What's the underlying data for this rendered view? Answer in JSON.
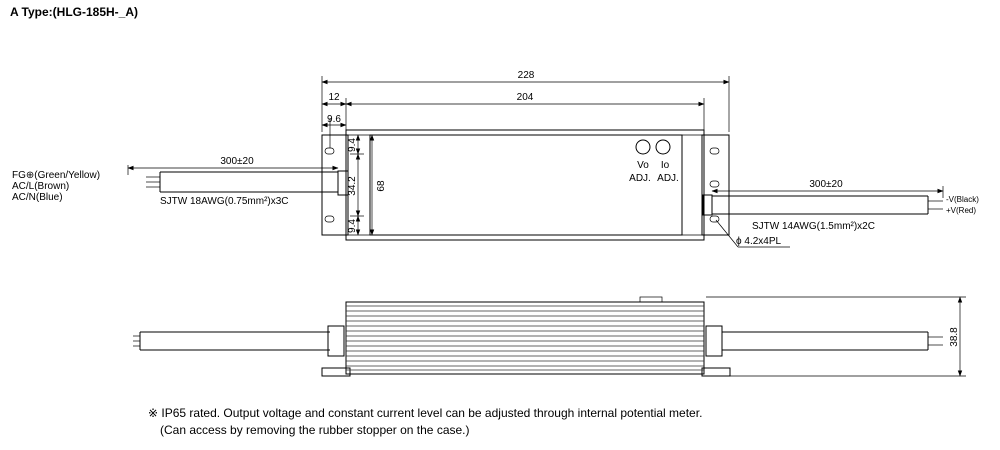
{
  "title": "A Type:(HLG-185H-_A)",
  "dimensions": {
    "overall_length": "228",
    "body_length": "204",
    "end_margin": "12",
    "hole_offset": "9.6",
    "width": "68",
    "hole_spacing": "34.2",
    "edge_top": "9.4",
    "edge_bottom": "9.4",
    "height": "38.8",
    "input_cable_length": "300±20",
    "output_cable_length": "300±20"
  },
  "input_cable": {
    "lines": [
      "FG⊕(Green/Yellow)",
      "AC/L(Brown)",
      "AC/N(Blue)"
    ],
    "spec": "SJTW 18AWG(0.75mm²)x3C"
  },
  "output_cable": {
    "lines": [
      "-V(Black)",
      "+V(Red)"
    ],
    "spec": "SJTW 14AWG(1.5mm²)x2C"
  },
  "adjusters": {
    "vo": "Vo",
    "io": "Io",
    "vo_adj": "ADJ.",
    "io_adj": "ADJ."
  },
  "mounting_hole": "ϕ 4.2x4PL",
  "notes": [
    "※ IP65 rated. Output voltage and constant current level can be adjusted through internal potential meter.",
    "(Can access by removing the rubber stopper on the case.)"
  ]
}
